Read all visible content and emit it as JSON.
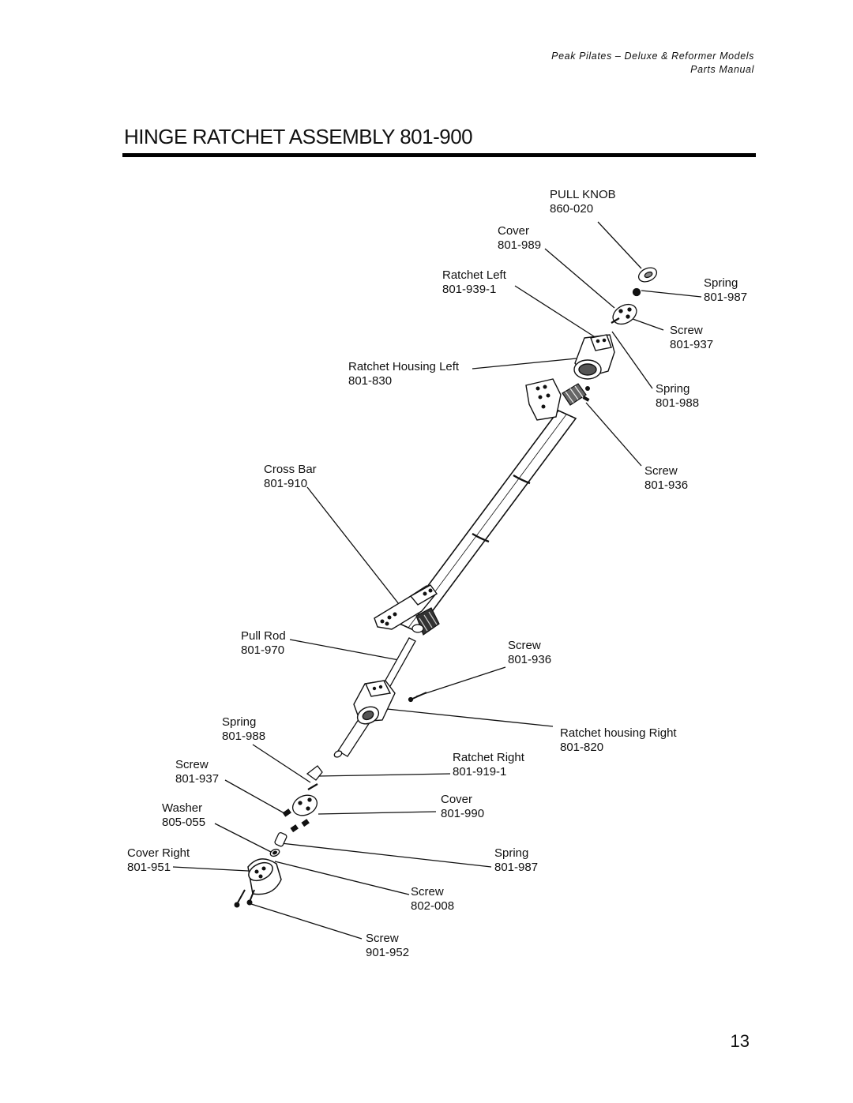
{
  "header": {
    "line1": "Peak Pilates – Deluxe & Reformer Models",
    "line2": "Parts Manual"
  },
  "title": "HINGE RATCHET ASSEMBLY 801-900",
  "page_number": "13",
  "parts": {
    "pull_knob": {
      "name": "PULL KNOB",
      "number": "860-020"
    },
    "cover_left": {
      "name": "Cover",
      "number": "801-989"
    },
    "ratchet_left": {
      "name": "Ratchet Left",
      "number": "801-939-1"
    },
    "spring_top": {
      "name": "Spring",
      "number": "801-987"
    },
    "screw_top": {
      "name": "Screw",
      "number": "801-937"
    },
    "ratchet_housing_left": {
      "name": "Ratchet Housing Left",
      "number": "801-830"
    },
    "spring_mid": {
      "name": "Spring",
      "number": "801-988"
    },
    "cross_bar": {
      "name": "Cross Bar",
      "number": "801-910"
    },
    "screw_mid": {
      "name": "Screw",
      "number": "801-936"
    },
    "pull_rod": {
      "name": "Pull Rod",
      "number": "801-970"
    },
    "screw_center": {
      "name": "Screw",
      "number": "801-936"
    },
    "spring_low": {
      "name": "Spring",
      "number": "801-988"
    },
    "ratchet_housing_right": {
      "name": "Ratchet housing Right",
      "number": "801-820"
    },
    "screw_low": {
      "name": "Screw",
      "number": "801-937"
    },
    "ratchet_right": {
      "name": "Ratchet Right",
      "number": "801-919-1"
    },
    "washer": {
      "name": "Washer",
      "number": "805-055"
    },
    "cover_center": {
      "name": "Cover",
      "number": "801-990"
    },
    "cover_right": {
      "name": "Cover Right",
      "number": "801-951"
    },
    "spring_bottom": {
      "name": "Spring",
      "number": "801-987"
    },
    "screw_bottom1": {
      "name": "Screw",
      "number": "802-008"
    },
    "screw_bottom2": {
      "name": "Screw",
      "number": "901-952"
    }
  }
}
